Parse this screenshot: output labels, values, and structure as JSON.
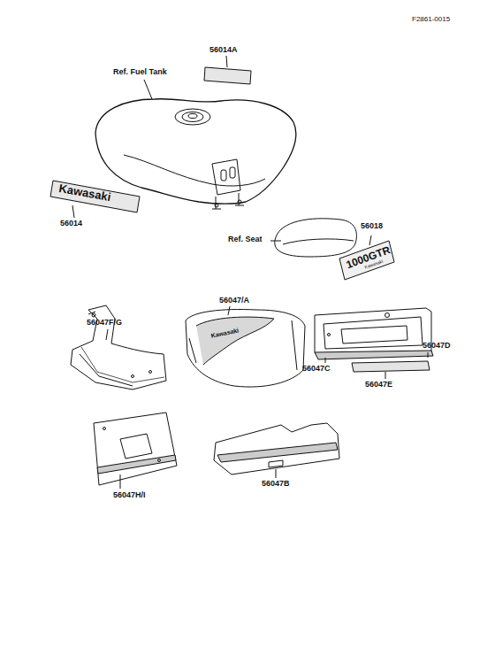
{
  "diagram": {
    "labels": [
      "F2861-0015",
      "56014A",
      "Ref. Fuel Tank",
      "Kawasaki",
      "56014",
      "56018",
      "Ref. Seat",
      "1000GTR",
      "Kawasaki",
      "56047F/G",
      "56047/A",
      "Kawasaki",
      "56047C",
      "56047D",
      "56047E",
      "56047H/I",
      "56047B"
    ]
  }
}
